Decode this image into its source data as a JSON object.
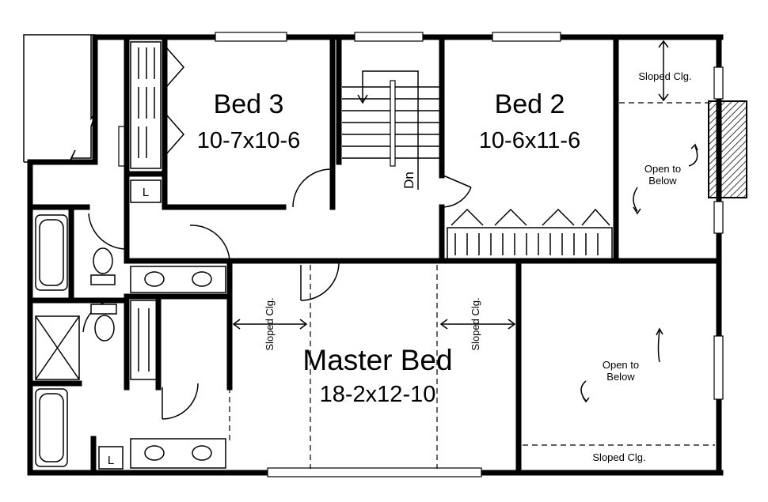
{
  "rooms": {
    "bed3": {
      "name": "Bed 3",
      "size": "10-7x10-6"
    },
    "bed2": {
      "name": "Bed 2",
      "size": "10-6x11-6"
    },
    "master": {
      "name": "Master Bed",
      "size": "18-2x12-10"
    }
  },
  "notes": {
    "sloped_top_right": "Sloped Clg.",
    "sloped_master_left": "Sloped Clg.",
    "sloped_master_right": "Sloped Clg.",
    "sloped_bottom_right": "Sloped Clg.",
    "open_upper": "Open to Below",
    "open_lower": "Open to Below",
    "stairs_down": "Dn",
    "linen_upper": "L",
    "linen_lower": "L"
  }
}
